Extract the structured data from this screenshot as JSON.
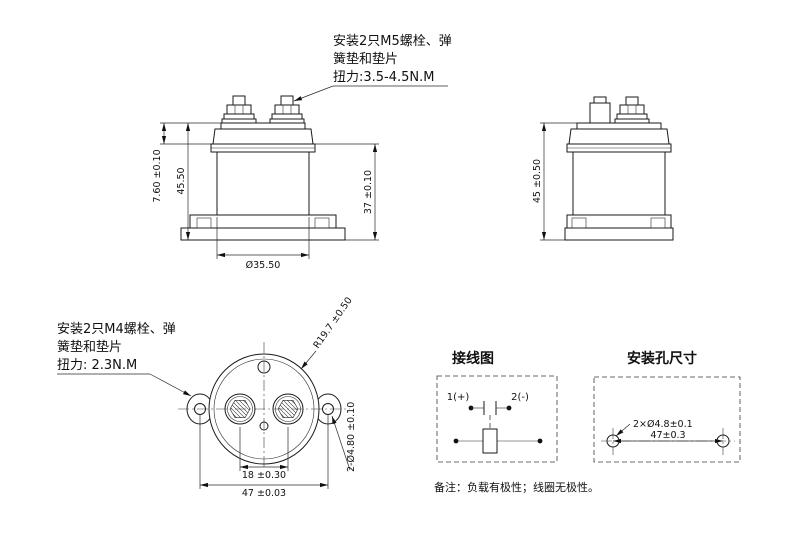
{
  "annotations": {
    "m5_note": {
      "line1": "安装2只M5螺栓、弹",
      "line2": "簧垫和垫片",
      "line3": "扭力:3.5-4.5N.M"
    },
    "m4_note": {
      "line1": "安装2只M4螺栓、弹",
      "line2": "簧垫和垫片",
      "line3": "扭力: 2.3N.M"
    },
    "footer_note": "备注：负载有极性；线圈无极性。"
  },
  "front_view": {
    "dim_total_height": "45.50",
    "dim_cap_height": "7.60 ±0.10",
    "dim_body_height": "37 ±0.10",
    "dim_diameter": "Ø35.50"
  },
  "side_view": {
    "dim_height": "45 ±0.50"
  },
  "bottom_view": {
    "dim_radius": "R19.7 ±0.50",
    "dim_terminal_spacing": "18 ±0.30",
    "dim_mounting_spacing": "47 ±0.03",
    "dim_mounting_holes": "2-Ø4.80 ±0.10"
  },
  "wiring_diagram": {
    "title": "接线图",
    "terminal_positive": "1(+)",
    "terminal_negative": "2(-)"
  },
  "mounting_holes": {
    "title": "安装孔尺寸",
    "dim_holes": "2×Ø4.8±0.1",
    "dim_spacing": "47±0.3"
  },
  "colors": {
    "line": "#1a1a1a",
    "background": "#ffffff"
  }
}
